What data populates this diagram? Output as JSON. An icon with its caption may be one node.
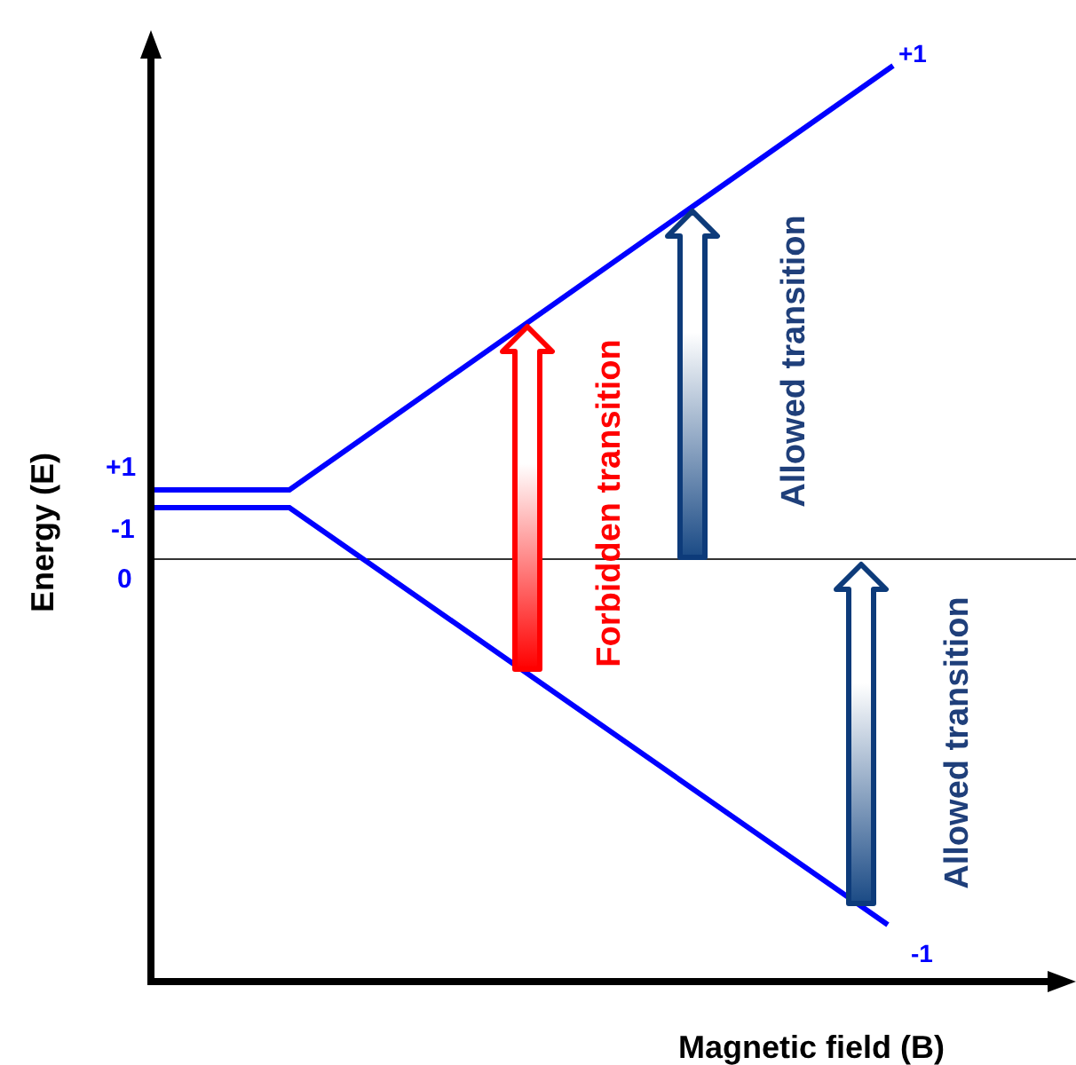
{
  "diagram": {
    "labels": [
      "+1",
      "-1",
      "0",
      "Energy (E)",
      "+1",
      "Forbidden transition",
      "Allowed transition",
      "Allowed transition",
      "-1",
      "Magnetic field (B)"
    ]
  }
}
